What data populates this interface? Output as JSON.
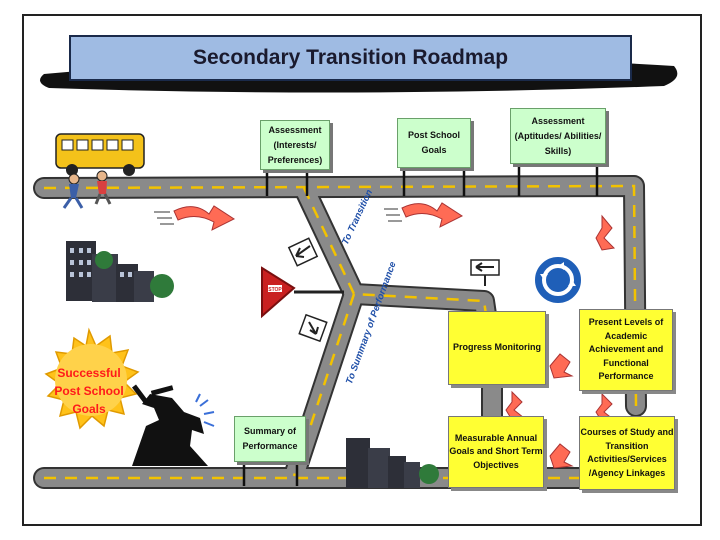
{
  "title": "Secondary Transition Roadmap",
  "signs": {
    "assessment_interests": "Assessment (Interests/ Preferences)",
    "post_school_goals": "Post School Goals",
    "assessment_aptitudes": "Assessment (Aptitudes/ Abilities/ Skills)",
    "summary_performance": "Summary of Performance"
  },
  "boxes": {
    "present_levels": "Present Levels of Academic Achievement and Functional Performance",
    "progress_monitoring": "Progress Monitoring",
    "measurable_goals": "Measurable Annual Goals and Short Term Objectives",
    "courses_of_study": "Courses of Study and Transition Activities/Services /Agency Linkages"
  },
  "sun_text": "Successful Post School Goals",
  "road_labels": {
    "upper": "To Transition",
    "lower": "To Summary of Performance"
  },
  "stop_sign_text": "STOP",
  "colors": {
    "title_bg": "#9fbbe3",
    "sign_bg": "#ccffcc",
    "box_bg": "#ffff33",
    "road": "#8a8a8a",
    "road_dash": "#f2c200",
    "sun": "#ffc21a",
    "sun_text": "#ff1a1a",
    "arrow": "#ff6b55",
    "label_text": "#1f4fa8"
  },
  "icons": [
    "school-bus-icon",
    "children-running-icon",
    "city-buildings-icon",
    "stop-sign-icon",
    "roundabout-icon",
    "graduate-celebrating-icon",
    "sun-icon",
    "direction-arrow-sign-icon"
  ]
}
